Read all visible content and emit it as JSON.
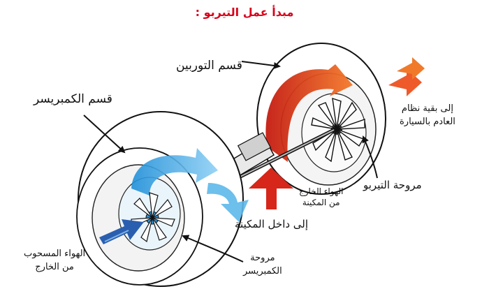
{
  "title": "مبدأ عمل التيربو :",
  "labels": {
    "turbine_section": "قسم التوربين",
    "compressor_section": "قسم الكمبريسر",
    "exhaust_out": [
      "إلى بقية نظام",
      "العادم بالسيارة"
    ],
    "turbo_fan": "مروحة التيربو",
    "exhaust_in": [
      "الهواء الخارج",
      "من المكينة"
    ],
    "to_engine": "إلى داخل المكينة",
    "air_in": [
      "الهواء المسحوب",
      "من الخارج"
    ],
    "compressor_fan": [
      "مروحة",
      "الكمبريسر"
    ]
  },
  "colors": {
    "title": "#d9001b",
    "hot_flow": "#e8321c",
    "cold_flow": "#3da0e0",
    "intake_flow": "#2a5fb0"
  }
}
